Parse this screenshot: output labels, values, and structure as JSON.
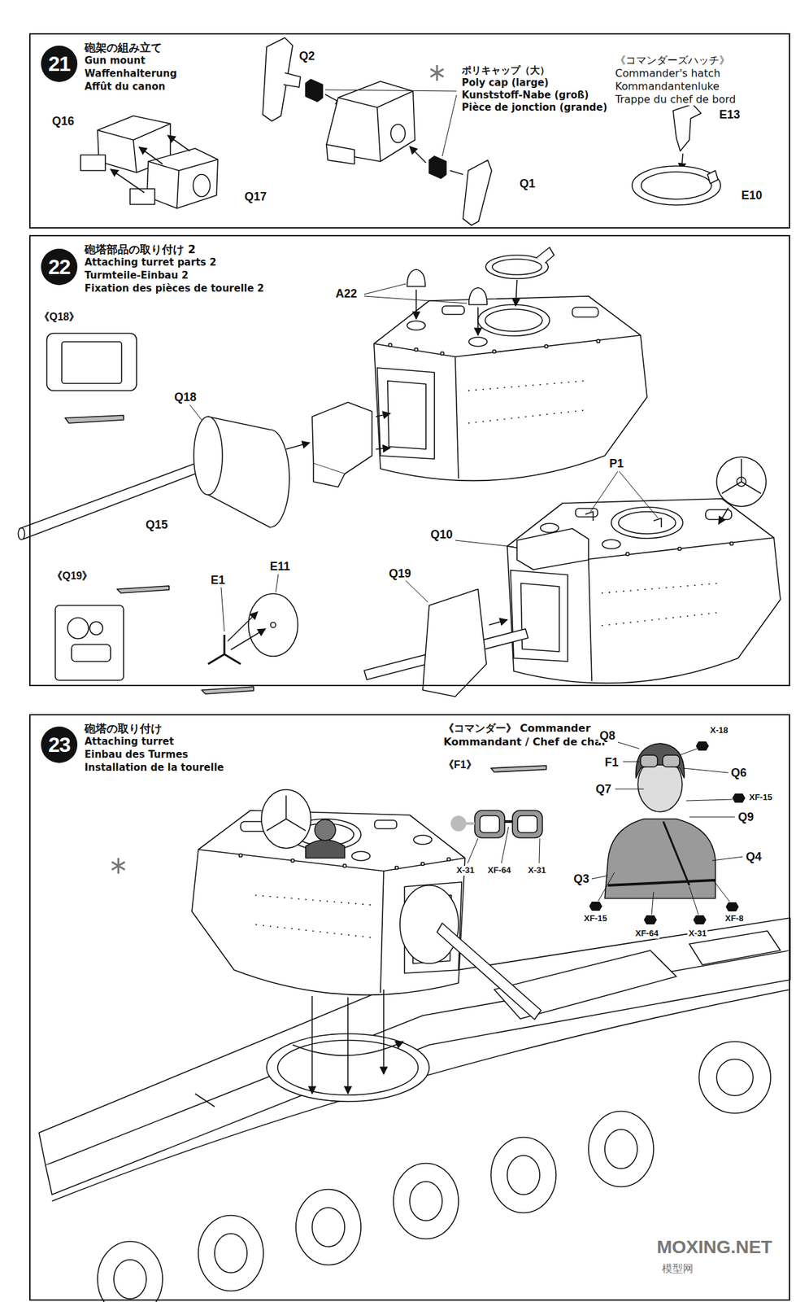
{
  "diagram": {
    "nodes": [
      {
        "text": [
          "砲架の組み立て",
          "Gun mount",
          "Waffenhalterung",
          "Affût du canon"
        ]
      },
      {
        "text": [
          "21"
        ],
        "in": 0
      },
      {
        "text": [
          "砲塔部品の取り付け 2",
          "Attaching turret parts 2",
          "Turmteile-Einbau 2",
          "Fixation des pièces de tourelle 2"
        ]
      },
      {
        "text": [
          "22"
        ],
        "in": 2
      },
      {
        "text": [
          "砲塔の取り付け",
          "Attaching turret",
          "Einbau des Turmes",
          "Installation de la tourelle"
        ]
      },
      {
        "text": [
          "23"
        ],
        "in": 4
      }
    ],
    "labels": [
      "Q2",
      "ポリキャップ（大）",
      "Poly cap (large)",
      "Kunststoff-Nabe (groß)",
      "Pièce de jonction (grande)",
      "《コマンダーズハッチ》",
      "Commander's hatch",
      "Kommandantenluke",
      "Trappe du chef de bord",
      "Q16",
      "E13",
      "Q1",
      "Q17",
      "E10",
      "A22",
      "《Q18》",
      "Q18",
      "Q15",
      "P1",
      "Q10",
      "《Q19》",
      "E11",
      "E1",
      "Q19",
      "《コマンダー》 Commander",
      "Kommandant / Chef de char",
      "《F1》",
      "Q8",
      "X-18",
      "F1",
      "Q6",
      "Q7",
      "XF-15",
      "Q9",
      "X-31",
      "XF-64",
      "X-31",
      "Q4",
      "Q3",
      "XF-15",
      "XF-8",
      "XF-64",
      "X-31",
      "MOXING.NET",
      "模型网"
    ]
  }
}
